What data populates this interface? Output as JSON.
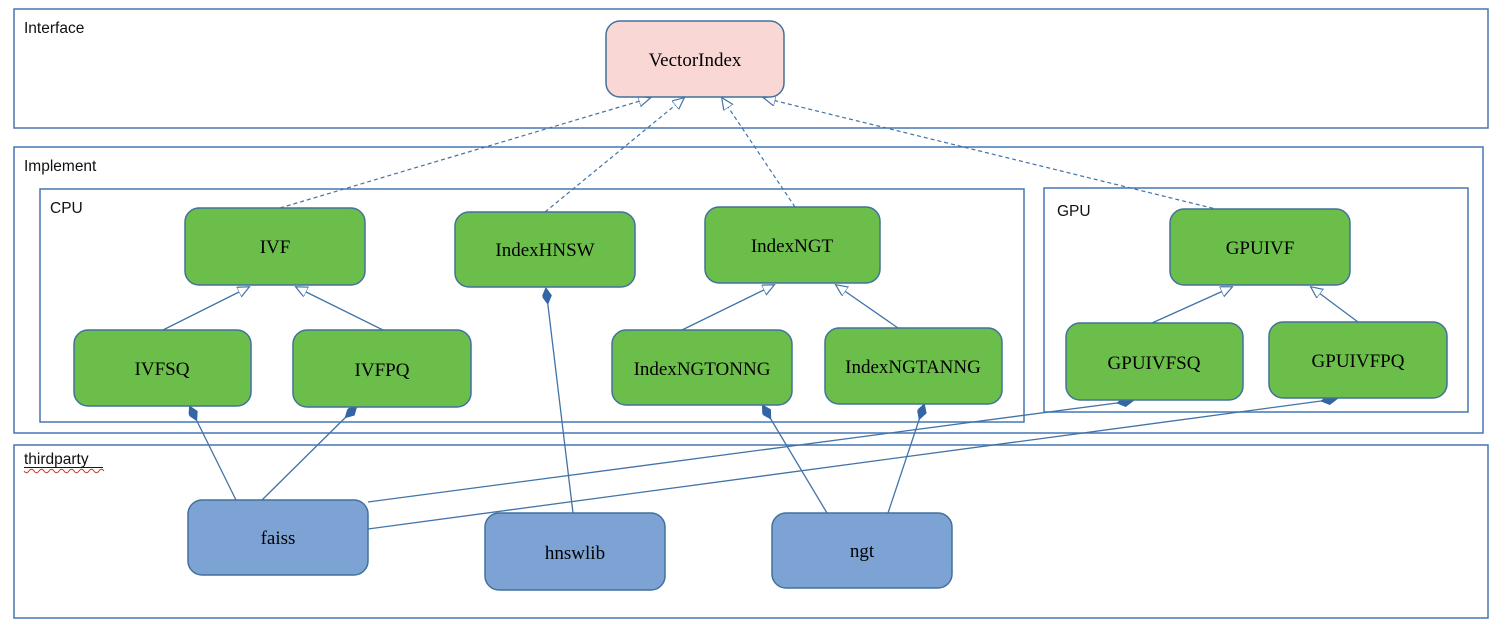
{
  "sections": {
    "interface": {
      "label": "Interface"
    },
    "implement": {
      "label": "Implement"
    },
    "cpu": {
      "label": "CPU"
    },
    "gpu": {
      "label": "GPU"
    },
    "thirdparty": {
      "label": "thirdparty"
    }
  },
  "nodes": {
    "vectorindex": {
      "label": "VectorIndex"
    },
    "ivf": {
      "label": "IVF"
    },
    "indexhnsw": {
      "label": "IndexHNSW"
    },
    "indexngt": {
      "label": "IndexNGT"
    },
    "ivfsq": {
      "label": "IVFSQ"
    },
    "ivfpq": {
      "label": "IVFPQ"
    },
    "indexngtonng": {
      "label": "IndexNGTONNG"
    },
    "indexngtanng": {
      "label": "IndexNGTANNG"
    },
    "gpuivf": {
      "label": "GPUIVF"
    },
    "gpuivfsq": {
      "label": "GPUIVFSQ"
    },
    "gpuivfpq": {
      "label": "GPUIVFPQ"
    },
    "faiss": {
      "label": "faiss"
    },
    "hnswlib": {
      "label": "hnswlib"
    },
    "ngt": {
      "label": "ngt"
    }
  },
  "edges": [
    {
      "from": "IVF",
      "to": "VectorIndex",
      "type": "realization"
    },
    {
      "from": "IndexHNSW",
      "to": "VectorIndex",
      "type": "realization"
    },
    {
      "from": "IndexNGT",
      "to": "VectorIndex",
      "type": "realization"
    },
    {
      "from": "GPUIVF",
      "to": "VectorIndex",
      "type": "realization"
    },
    {
      "from": "IVFSQ",
      "to": "IVF",
      "type": "generalization"
    },
    {
      "from": "IVFPQ",
      "to": "IVF",
      "type": "generalization"
    },
    {
      "from": "IndexNGTONNG",
      "to": "IndexNGT",
      "type": "generalization"
    },
    {
      "from": "IndexNGTANNG",
      "to": "IndexNGT",
      "type": "generalization"
    },
    {
      "from": "GPUIVFSQ",
      "to": "GPUIVF",
      "type": "generalization"
    },
    {
      "from": "GPUIVFPQ",
      "to": "GPUIVF",
      "type": "generalization"
    },
    {
      "from": "faiss",
      "to": "IVFSQ",
      "type": "composition"
    },
    {
      "from": "faiss",
      "to": "IVFPQ",
      "type": "composition"
    },
    {
      "from": "faiss",
      "to": "GPUIVFSQ",
      "type": "composition"
    },
    {
      "from": "faiss",
      "to": "GPUIVFPQ",
      "type": "composition"
    },
    {
      "from": "hnswlib",
      "to": "IndexHNSW",
      "type": "composition"
    },
    {
      "from": "ngt",
      "to": "IndexNGTONNG",
      "type": "composition"
    },
    {
      "from": "ngt",
      "to": "IndexNGTANNG",
      "type": "composition"
    }
  ],
  "colors": {
    "interface_node_fill": "#F8D7D4",
    "implement_node_fill": "#6CBE4B",
    "thirdparty_node_fill": "#7CA3D4",
    "node_border": "#41719C",
    "section_border": "#4576B4",
    "connector": "#4173A8",
    "diamond_fill": "#3465A4",
    "spellcheck_underline": "#D93025"
  }
}
